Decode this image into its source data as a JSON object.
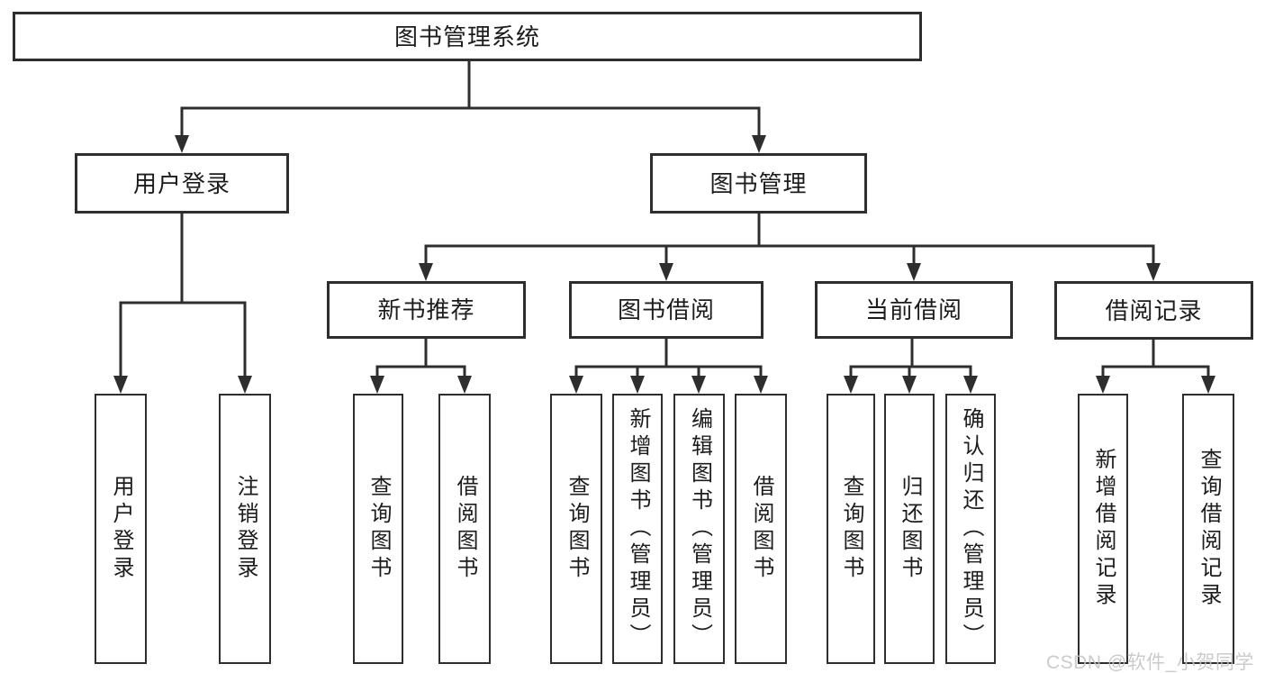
{
  "diagram": {
    "root": "图书管理系统",
    "branches": [
      {
        "label": "用户登录",
        "children": [
          "用户登录",
          "注销登录"
        ]
      },
      {
        "label": "图书管理",
        "groups": [
          {
            "label": "新书推荐",
            "children": [
              "查询图书",
              "借阅图书"
            ]
          },
          {
            "label": "图书借阅",
            "children": [
              "查询图书",
              "新增图书（管理员）",
              "编辑图书（管理员）",
              "借阅图书"
            ]
          },
          {
            "label": "当前借阅",
            "children": [
              "查询图书",
              "归还图书",
              "确认归还（管理员）"
            ]
          },
          {
            "label": "借阅记录",
            "children": [
              "新增借阅记录",
              "查询借阅记录"
            ]
          }
        ]
      }
    ]
  },
  "watermark": "CSDN @软件_小贺同学",
  "colors": {
    "line": "#2e2e2e",
    "box_border": "#2e2e2e",
    "text": "#1c1c1c",
    "background": "#ffffff",
    "watermark": "#c4c4c4"
  }
}
